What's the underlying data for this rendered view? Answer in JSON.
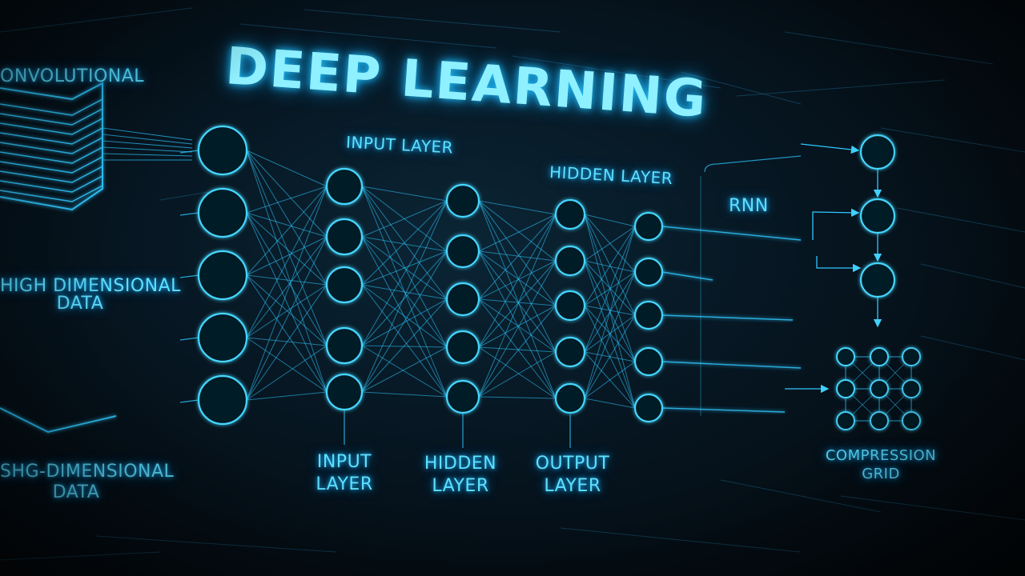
{
  "title": "DEEP LEARNING",
  "left_panel": {
    "convolutional": "ONVOLUTIONAL",
    "high_dim_1": "HIGH DIMENSIONAL",
    "high_dim_1b": "DATA",
    "high_dim_2": "SHG-DIMENSIONAL",
    "high_dim_2b": "DATA"
  },
  "network": {
    "top_label_input": "INPUT LAYER",
    "top_label_hidden": "HIDDEN LAYER",
    "bottom_input_1": "INPUT",
    "bottom_input_2": "LAYER",
    "bottom_hidden_1": "HIDDEN",
    "bottom_hidden_2": "LAYER",
    "bottom_output_1": "OUTPUT",
    "bottom_output_2": "LAYER",
    "layer_node_counts": [
      5,
      5,
      5,
      5,
      5
    ]
  },
  "rnn": {
    "label": "RNN",
    "node_count": 3
  },
  "compression": {
    "label_1": "COMPRESSION",
    "label_2": "GRID",
    "rows": 3,
    "cols": 3
  },
  "colors": {
    "glow": "#2fc8ff",
    "text": "#5ee0ff",
    "title": "#8ff0ff",
    "background": "#04080d"
  }
}
